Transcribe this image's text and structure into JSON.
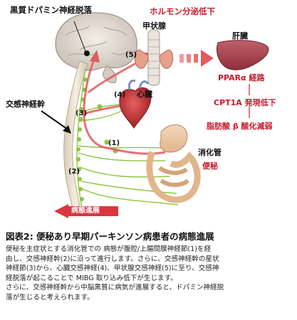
{
  "labels": {
    "substantia_nigra": "黒質ドパミン神経脱落",
    "hormone_decrease": "ホルモン分泌低下",
    "thyroid": "甲状腺",
    "liver": "肝臓",
    "heart": "心臓",
    "sympathetic_trunk": "交感神経幹",
    "digestive_tract": "消化管",
    "constipation": "便秘",
    "ppar": "PPARα 経路",
    "cpt1a": "CPT1A 発現低下",
    "fatty_acid": "脂肪酸 β 酸化減弱",
    "progression": "病態進展",
    "n1": "(1)",
    "n2": "(2)",
    "n3": "(3)",
    "n4": "(4)",
    "n5": "(5)"
  },
  "caption": {
    "title": "図表2:  便秘あり早期パーキンソン病患者の病態進展",
    "lines": [
      "便秘を主症状とする消化管での 病態が腹腔/上腸間膜神経節(1)を経",
      "由し、交感神経幹(2)に沿って進行します。さらに、交感神経幹の星状",
      "神経節(3)から、心臓交感神経(4)、甲状腺交感神経(5)に至り、交感神",
      "経脱落が起こることで MIBG 取り込み低下が生じます。",
      "さらに、交感神経幹から中脳黒質に病気が進展すると、ドパミン神経脱",
      "落が生じると考えられます。"
    ]
  },
  "colors": {
    "accent_red": "#c8192b",
    "path_red": "#e15a5f",
    "nerve_green": "#8cc63f",
    "progress_tag": "#d9363e"
  }
}
